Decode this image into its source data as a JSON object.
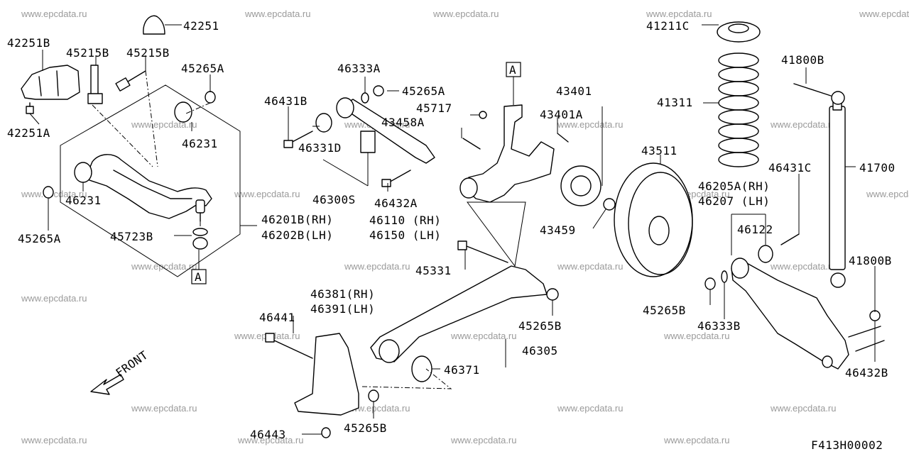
{
  "watermark": "www.epcdata.ru",
  "front_label": "FRONT",
  "ref_marker": "A",
  "figure_code": "F413H00002",
  "labels": {
    "p42251": "42251",
    "p42251B": "42251B",
    "p42251A": "42251A",
    "p45215B": "45215B",
    "p45265A": "45265A",
    "p46231": "46231",
    "p45723B": "45723B",
    "p46201B": "46201B(RH)",
    "p46202B": "46202B(LH)",
    "p46333A": "46333A",
    "p46431B": "46431B",
    "p45717": "45717",
    "p43458A": "43458A",
    "p46331D": "46331D",
    "p46300S": "46300S",
    "p46432A": "46432A",
    "p46110": "46110 (RH)",
    "p46150": "46150 (LH)",
    "p43401": "43401",
    "p43401A": "43401A",
    "p43459": "43459",
    "p43511": "43511",
    "p41211C": "41211C",
    "p41311": "41311",
    "p41800B": "41800B",
    "p41700": "41700",
    "p46431C": "46431C",
    "p46205A": "46205A(RH)",
    "p46207": "46207  (LH)",
    "p46122": "46122",
    "p45265B": "45265B",
    "p46333B": "46333B",
    "p46432B": "46432B",
    "p45331": "45331",
    "p46381": "46381(RH)",
    "p46391": "46391(LH)",
    "p46441": "46441",
    "p46305": "46305",
    "p46371": "46371",
    "p46443": "46443"
  }
}
